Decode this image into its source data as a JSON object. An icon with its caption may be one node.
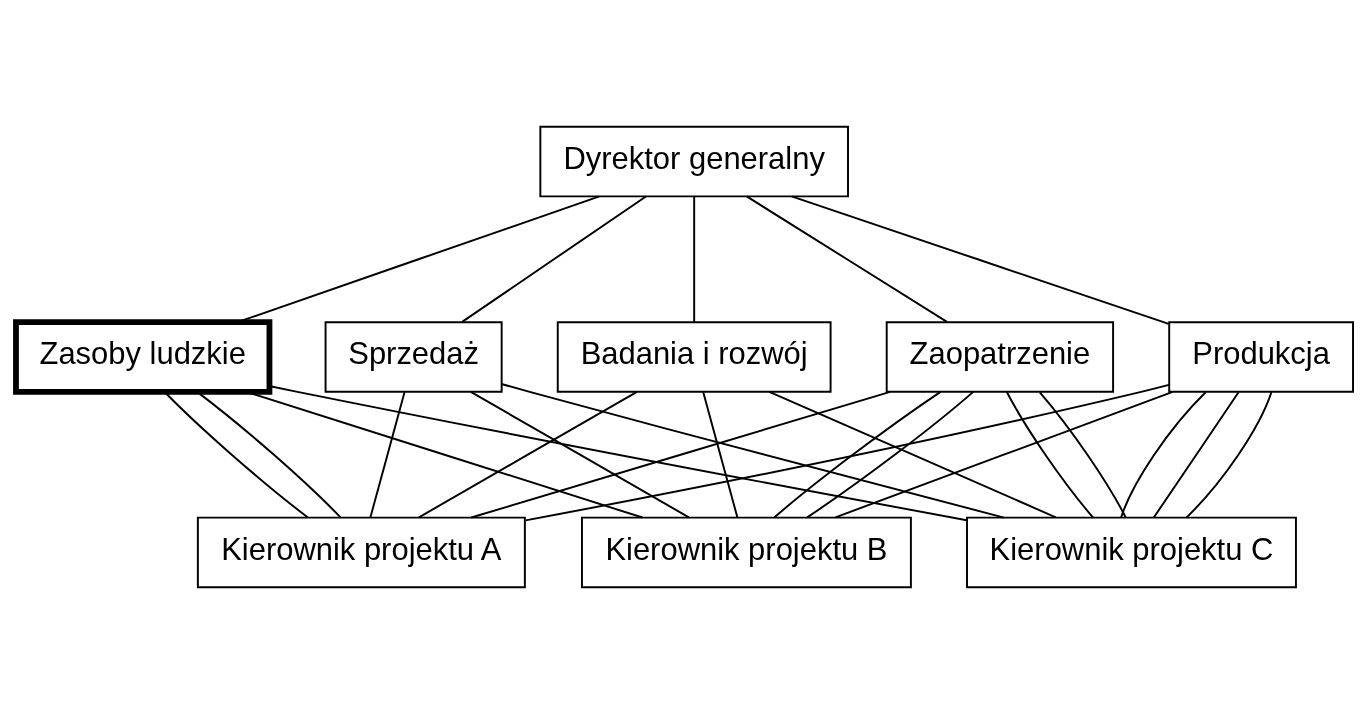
{
  "diagram": {
    "nodes": [
      {
        "text": [
          "Dyrektor generalny"
        ]
      },
      {
        "text": [
          "Badania i rozwój"
        ]
      },
      {
        "text": [
          "Zaopatrzenie"
        ]
      },
      {
        "text": [
          "Produkcja"
        ]
      },
      {
        "text": [
          "Sprzedaż"
        ]
      },
      {
        "text": [
          "Zasoby ludzkie"
        ]
      },
      {
        "text": [
          "Kierownik projektu A"
        ]
      },
      {
        "text": [
          "Kierownik projektu B"
        ]
      },
      {
        "text": [
          "Kierownik projektu C"
        ]
      }
    ],
    "edges": [
      {
        "from": 0,
        "to": 1,
        "arrow": "none"
      },
      {
        "from": 0,
        "to": 2,
        "arrow": "none"
      },
      {
        "from": 0,
        "to": 3,
        "arrow": "none"
      },
      {
        "from": 0,
        "to": 4,
        "arrow": "none"
      },
      {
        "from": 0,
        "to": 5,
        "arrow": "none"
      },
      {
        "from": 1,
        "to": 6,
        "arrow": "none"
      },
      {
        "from": 1,
        "to": 8,
        "arrow": "none"
      },
      {
        "from": 1,
        "to": 7,
        "arrow": "none"
      },
      {
        "from": 2,
        "to": 6,
        "arrow": "none"
      },
      {
        "from": 2,
        "to": 7,
        "arrow": "none"
      },
      {
        "from": 2,
        "to": 7,
        "arrow": "none"
      },
      {
        "from": 2,
        "to": 8,
        "arrow": "none"
      },
      {
        "from": 2,
        "to": 8,
        "arrow": "none"
      },
      {
        "from": 3,
        "to": 8,
        "arrow": "none"
      },
      {
        "from": 3,
        "to": 7,
        "arrow": "none"
      },
      {
        "from": 3,
        "to": 8,
        "arrow": "none"
      },
      {
        "from": 3,
        "to": 6,
        "arrow": "none"
      },
      {
        "from": 3,
        "to": 8,
        "arrow": "none"
      },
      {
        "from": 4,
        "to": 8,
        "arrow": "none"
      },
      {
        "from": 4,
        "to": 7,
        "arrow": "none"
      },
      {
        "from": 4,
        "to": 6,
        "arrow": "none"
      },
      {
        "from": 5,
        "to": 6,
        "arrow": "none"
      },
      {
        "from": 5,
        "to": 7,
        "arrow": "none"
      },
      {
        "from": 5,
        "to": 8,
        "arrow": "none"
      },
      {
        "from": 5,
        "to": 6,
        "arrow": "none"
      }
    ]
  }
}
